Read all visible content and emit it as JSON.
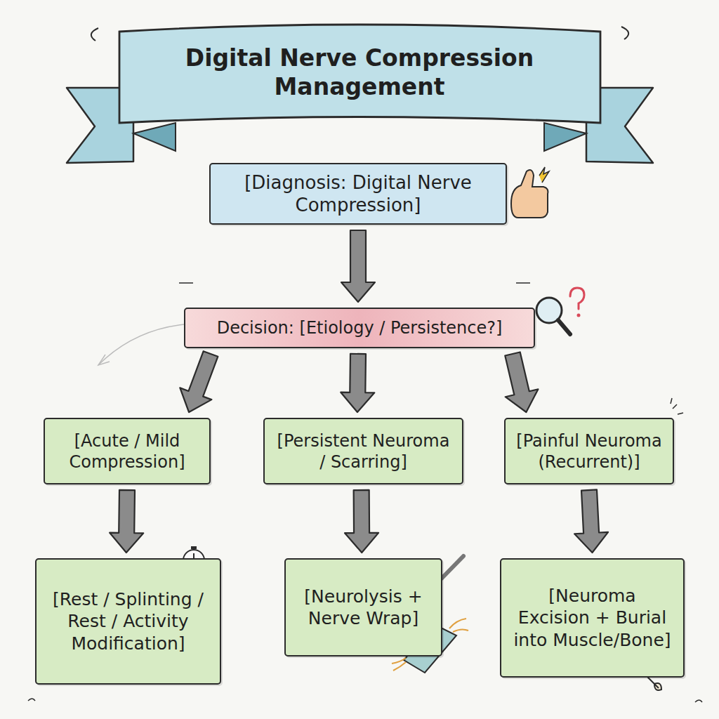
{
  "diagram": {
    "title": "Digital Nerve Compression Management",
    "nodes": [
      {
        "text": [
          "[Diagnosis: Digital Nerve Compression]"
        ]
      },
      {
        "text": [
          "Decision: [Etiology / Persistence?]"
        ]
      },
      {
        "text": [
          "[Acute / Mild Compression]"
        ]
      },
      {
        "text": [
          "[Persistent Neuroma / Scarring]"
        ]
      },
      {
        "text": [
          "[Painful Neuroma (Recurrent)]"
        ]
      },
      {
        "text": [
          "[Rest / Splinting / Rest / Activity Modification]"
        ]
      },
      {
        "text": [
          "[Neurolysis + Nerve Wrap]"
        ]
      },
      {
        "text": [
          "[Neuroma Excision + Burial into Muscle/Bone]"
        ]
      }
    ],
    "edges": [
      {
        "from": 0,
        "to": 1,
        "arrow": "to"
      },
      {
        "from": 1,
        "to": 2,
        "arrow": "to"
      },
      {
        "from": 1,
        "to": 3,
        "arrow": "to"
      },
      {
        "from": 1,
        "to": 4,
        "arrow": "to"
      },
      {
        "from": 2,
        "to": 5,
        "arrow": "to"
      },
      {
        "from": 3,
        "to": 6,
        "arrow": "to"
      },
      {
        "from": 4,
        "to": 7,
        "arrow": "to"
      }
    ]
  }
}
